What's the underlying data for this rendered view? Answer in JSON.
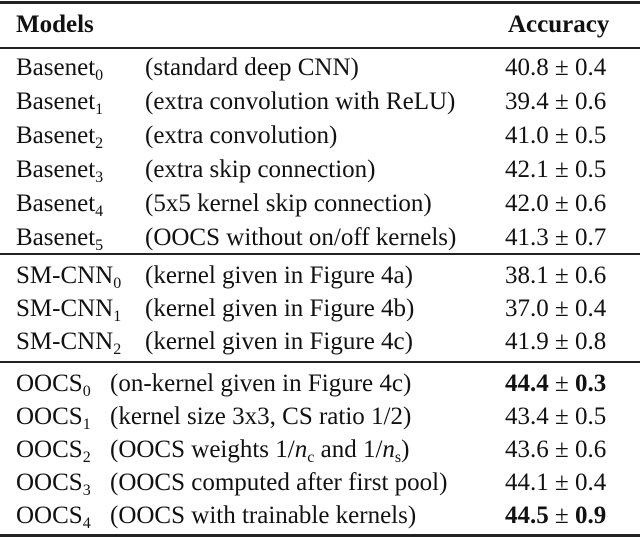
{
  "header": {
    "models": "Models",
    "accuracy": "Accuracy"
  },
  "groups": [
    {
      "rows": [
        {
          "base": "Basenet",
          "sub": "0",
          "desc": "(standard deep CNN)",
          "mean": "40.8",
          "pm": "±",
          "std": "0.4",
          "bold": false
        },
        {
          "base": "Basenet",
          "sub": "1",
          "desc": "(extra convolution with ReLU)",
          "mean": "39.4",
          "pm": "±",
          "std": "0.6",
          "bold": false
        },
        {
          "base": "Basenet",
          "sub": "2",
          "desc": "(extra convolution)",
          "mean": "41.0",
          "pm": "±",
          "std": "0.5",
          "bold": false
        },
        {
          "base": "Basenet",
          "sub": "3",
          "desc": "(extra skip connection)",
          "mean": "42.1",
          "pm": "±",
          "std": "0.5",
          "bold": false
        },
        {
          "base": "Basenet",
          "sub": "4",
          "desc": "(5x5 kernel skip connection)",
          "mean": "42.0",
          "pm": "±",
          "std": "0.6",
          "bold": false
        },
        {
          "base": "Basenet",
          "sub": "5",
          "desc": "(OOCS without on/off kernels)",
          "mean": "41.3",
          "pm": "±",
          "std": "0.7",
          "bold": false
        }
      ]
    },
    {
      "rows": [
        {
          "base": "SM-CNN",
          "sub": "0",
          "desc": "(kernel given in Figure 4a)",
          "mean": "38.1",
          "pm": "±",
          "std": "0.6",
          "bold": false
        },
        {
          "base": "SM-CNN",
          "sub": "1",
          "desc": "(kernel given in Figure 4b)",
          "mean": "37.0",
          "pm": "±",
          "std": "0.4",
          "bold": false
        },
        {
          "base": "SM-CNN",
          "sub": "2",
          "desc": "(kernel given in Figure 4c)",
          "mean": "41.9",
          "pm": "±",
          "std": "0.8",
          "bold": false
        }
      ]
    },
    {
      "rows": [
        {
          "base": "OOCS",
          "sub": "0",
          "desc": "(on-kernel given in Figure 4c)",
          "mean": "44.4",
          "pm": "±",
          "std": "0.3",
          "bold": true
        },
        {
          "base": "OOCS",
          "sub": "1",
          "desc": "(kernel size 3x3, CS ratio 1/2)",
          "mean": "43.4",
          "pm": "±",
          "std": "0.5",
          "bold": false
        },
        {
          "base": "OOCS",
          "sub": "2",
          "desc": "(OOCS weights 1/n_c and 1/n_s)",
          "mean": "43.6",
          "pm": "±",
          "std": "0.6",
          "bold": false
        },
        {
          "base": "OOCS",
          "sub": "3",
          "desc": "(OOCS computed after first pool)",
          "mean": "44.1",
          "pm": "±",
          "std": "0.4",
          "bold": false
        },
        {
          "base": "OOCS",
          "sub": "4",
          "desc": "(OOCS with trainable kernels)",
          "mean": "44.5",
          "pm": "±",
          "std": "0.9",
          "bold": true
        }
      ]
    }
  ],
  "oocs2_desc_parts": {
    "open": "(OOCS weights 1/",
    "nc": "n",
    "nc_sub": "c",
    "and": " and 1/",
    "ns": "n",
    "ns_sub": "s",
    "close": ")"
  }
}
